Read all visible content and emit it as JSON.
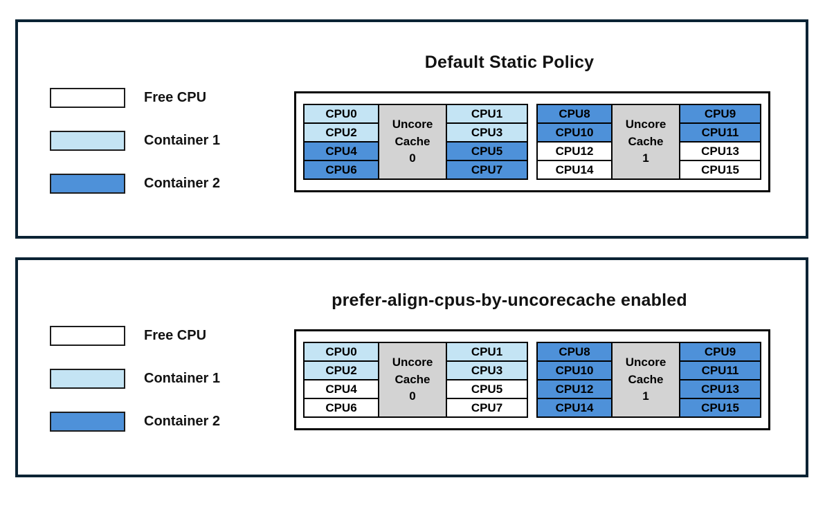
{
  "colors": {
    "free_cpu": "#ffffff",
    "container1": "#c4e4f4",
    "container2": "#4e91d9",
    "uncore_cache": "#d3d3d3",
    "panel_border": "#0b2334",
    "cell_border": "#000000"
  },
  "legend": {
    "items": [
      {
        "label": "Free CPU",
        "state": "free"
      },
      {
        "label": "Container 1",
        "state": "container1"
      },
      {
        "label": "Container 2",
        "state": "container2"
      }
    ]
  },
  "panels": [
    {
      "title": "Default Static Policy",
      "groups": [
        {
          "cache_label": "Uncore Cache 0",
          "left": [
            {
              "label": "CPU0",
              "state": "container1"
            },
            {
              "label": "CPU2",
              "state": "container1"
            },
            {
              "label": "CPU4",
              "state": "container2"
            },
            {
              "label": "CPU6",
              "state": "container2"
            }
          ],
          "right": [
            {
              "label": "CPU1",
              "state": "container1"
            },
            {
              "label": "CPU3",
              "state": "container1"
            },
            {
              "label": "CPU5",
              "state": "container2"
            },
            {
              "label": "CPU7",
              "state": "container2"
            }
          ]
        },
        {
          "cache_label": "Uncore Cache 1",
          "left": [
            {
              "label": "CPU8",
              "state": "container2"
            },
            {
              "label": "CPU10",
              "state": "container2"
            },
            {
              "label": "CPU12",
              "state": "free"
            },
            {
              "label": "CPU14",
              "state": "free"
            }
          ],
          "right": [
            {
              "label": "CPU9",
              "state": "container2"
            },
            {
              "label": "CPU11",
              "state": "container2"
            },
            {
              "label": "CPU13",
              "state": "free"
            },
            {
              "label": "CPU15",
              "state": "free"
            }
          ]
        }
      ]
    },
    {
      "title": "prefer-align-cpus-by-uncorecache enabled",
      "groups": [
        {
          "cache_label": "Uncore Cache 0",
          "left": [
            {
              "label": "CPU0",
              "state": "container1"
            },
            {
              "label": "CPU2",
              "state": "container1"
            },
            {
              "label": "CPU4",
              "state": "free"
            },
            {
              "label": "CPU6",
              "state": "free"
            }
          ],
          "right": [
            {
              "label": "CPU1",
              "state": "container1"
            },
            {
              "label": "CPU3",
              "state": "container1"
            },
            {
              "label": "CPU5",
              "state": "free"
            },
            {
              "label": "CPU7",
              "state": "free"
            }
          ]
        },
        {
          "cache_label": "Uncore Cache 1",
          "left": [
            {
              "label": "CPU8",
              "state": "container2"
            },
            {
              "label": "CPU10",
              "state": "container2"
            },
            {
              "label": "CPU12",
              "state": "container2"
            },
            {
              "label": "CPU14",
              "state": "container2"
            }
          ],
          "right": [
            {
              "label": "CPU9",
              "state": "container2"
            },
            {
              "label": "CPU11",
              "state": "container2"
            },
            {
              "label": "CPU13",
              "state": "container2"
            },
            {
              "label": "CPU15",
              "state": "container2"
            }
          ]
        }
      ]
    }
  ]
}
